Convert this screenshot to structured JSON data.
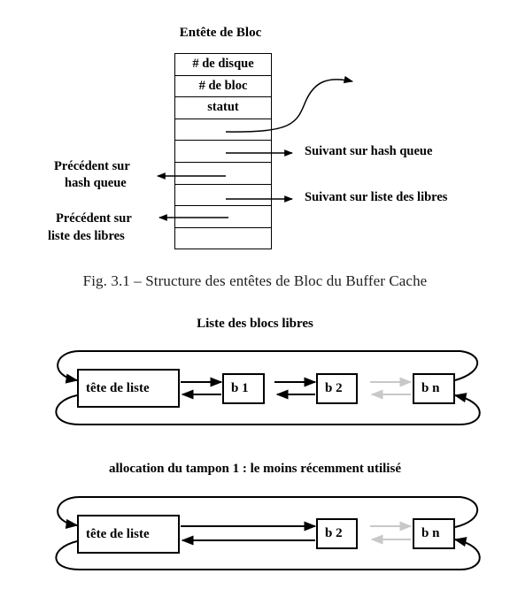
{
  "header_diagram": {
    "title": "Entête de Bloc",
    "fields": [
      "# de disque",
      "# de bloc",
      "statut",
      "",
      "",
      "",
      "",
      "",
      ""
    ],
    "labels": {
      "next_hash": "Suivant sur hash queue",
      "prev_hash_line1": "Précédent sur",
      "prev_hash_line2": "hash queue",
      "next_free": "Suivant sur liste des libres",
      "prev_free_line1": "Précédent sur",
      "prev_free_line2": "liste des libres"
    }
  },
  "caption": "Fig. 3.1 – Structure des entêtes de Bloc du Buffer Cache",
  "free_list": {
    "title": "Liste des blocs libres",
    "head": "tête de liste",
    "b1": "b 1",
    "b2": "b 2",
    "bn": "b n"
  },
  "allocation": {
    "title": "allocation du tampon 1 : le moins récemment utilisé",
    "head": "tête de liste",
    "b2": "b 2",
    "bn": "b n"
  },
  "colors": {
    "ink": "#000000",
    "faded_arrow": "#c8c8c8"
  }
}
